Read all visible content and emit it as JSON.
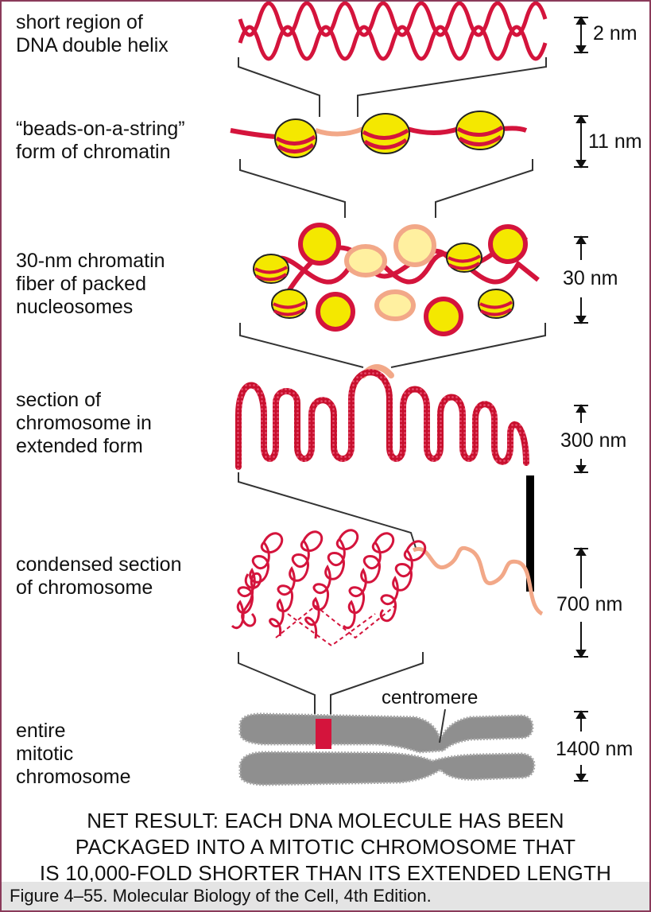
{
  "levels": [
    {
      "label": "short region of\nDNA double helix",
      "scale": "2 nm"
    },
    {
      "label": "“beads-on-a-string”\nform of chromatin",
      "scale": "11 nm"
    },
    {
      "label": "30-nm chromatin\nfiber of packed\nnucleosomes",
      "scale": "30 nm"
    },
    {
      "label": "section of\nchromosome in\nextended form",
      "scale": "300 nm"
    },
    {
      "label": "condensed section\nof chromosome",
      "scale": "700 nm"
    },
    {
      "label": "entire\nmitotic\nchromosome",
      "scale": "1400 nm"
    }
  ],
  "centromere_label": "centromere",
  "net_result": "NET RESULT: EACH DNA MOLECULE HAS BEEN\nPACKAGED INTO A MITOTIC CHROMOSOME THAT\nIS 10,000-FOLD SHORTER THAN ITS EXTENDED LENGTH",
  "caption": "Figure 4–55. Molecular Biology of the Cell, 4th Edition.",
  "colors": {
    "dna_red": "#d4143c",
    "linker_pink": "#f2a888",
    "nucleosome_yellow": "#f4e800",
    "chromosome_gray": "#8f8f8f",
    "border": "#8a3a5a"
  }
}
